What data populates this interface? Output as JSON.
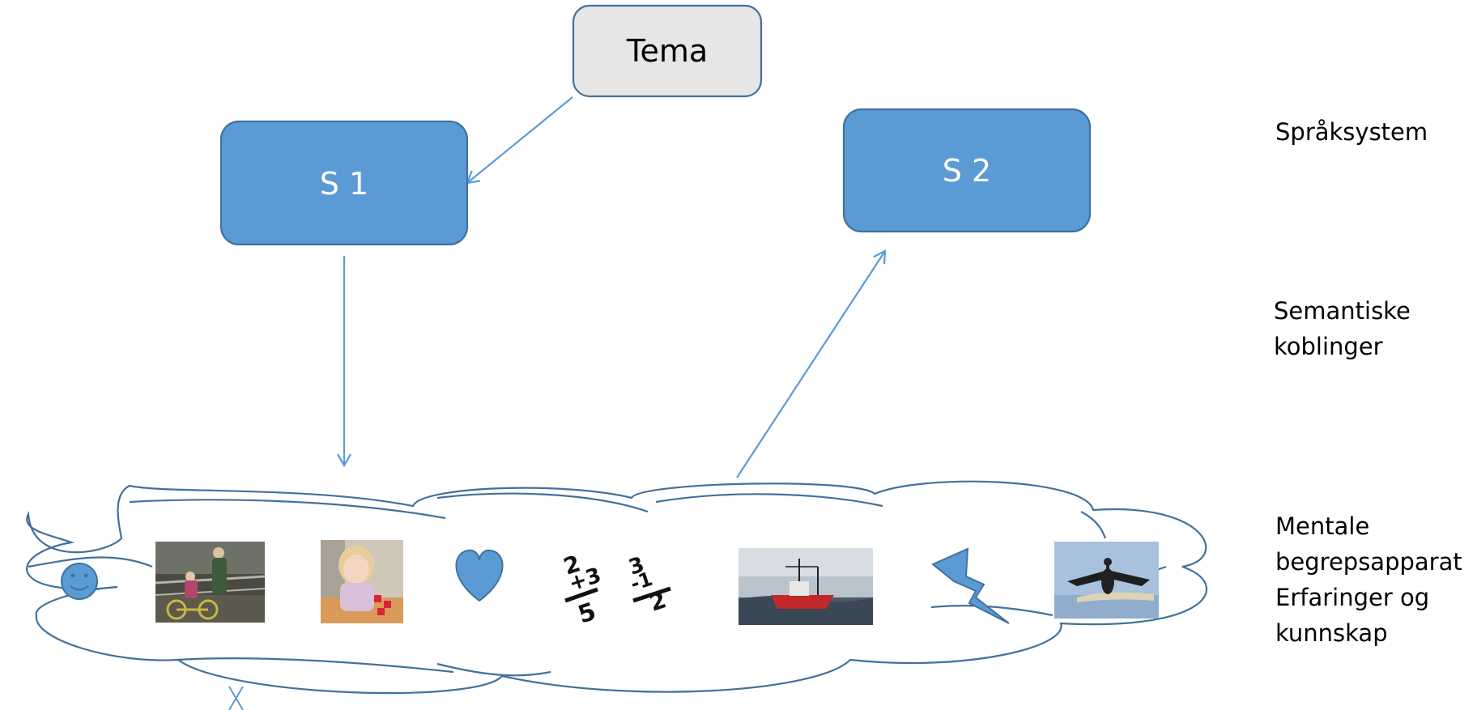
{
  "nodes": {
    "tema": "Tema",
    "s1": "S 1",
    "s2": "S 2"
  },
  "labels": {
    "spraksystem": "Språksystem",
    "semantiske_line1": "Semantiske",
    "semantiske_line2": "koblinger",
    "mentale_line1": "Mentale",
    "mentale_line2": "begrepsapparat",
    "erfaringer_line1": "Erfaringer og",
    "erfaringer_line2": "kunnskap"
  },
  "cloud_images": [
    "smiley-icon",
    "child-bicycle-photo",
    "girl-toy-photo",
    "heart-icon",
    "fraction-math-drawing",
    "fishing-boat-photo",
    "lightning-icon",
    "cormorant-photo"
  ],
  "colors": {
    "blue_fill": "#5b9bd5",
    "blue_stroke": "#41719c",
    "tema_fill": "#e6e6e6"
  }
}
